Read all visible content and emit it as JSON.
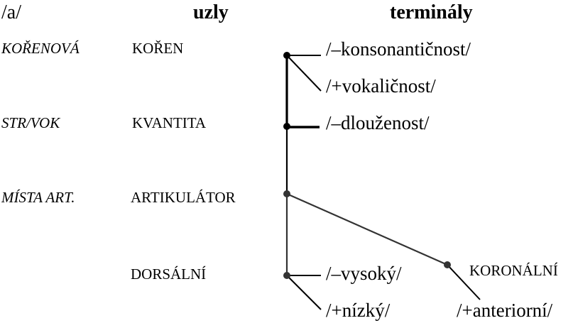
{
  "header": {
    "phoneme": "/a/",
    "nodes_title": "uzly",
    "terminals_title": "terminály"
  },
  "categories": [
    "KOŘENOVÁ",
    "STR/VOK",
    "MÍSTA ART."
  ],
  "nodes": [
    "KOŘEN",
    "KVANTITA",
    "ARTIKULÁTOR",
    "DORSÁLNÍ",
    "KORONÁLNÍ"
  ],
  "terminals": {
    "consonantal": "/–konsonantičnost/",
    "vocalic": "/+vokaličnost/",
    "long": "/–dlouženost/",
    "high": "/–vysoký/",
    "low": "/+nízký/",
    "anterior": "/+anteriorní/"
  }
}
